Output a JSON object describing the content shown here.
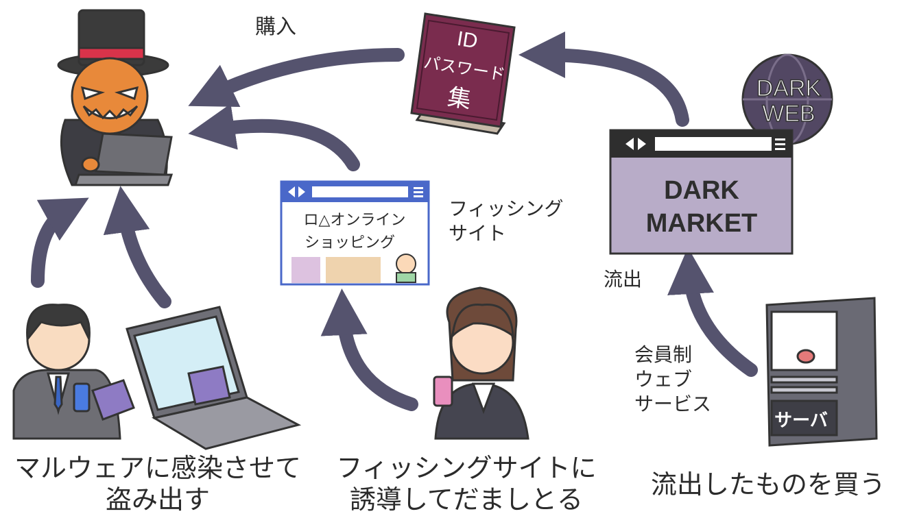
{
  "labels": {
    "purchase": "購入",
    "phishing_site": [
      "フィッシング",
      "サイト"
    ],
    "leak": "流出",
    "membership_service": [
      "会員制",
      "ウェブ",
      "サービス"
    ]
  },
  "book": {
    "line1": "ID",
    "line2": "パスワード",
    "line3": "集"
  },
  "badge": {
    "line1": "DARK",
    "line2": "WEB"
  },
  "dark_market": {
    "line1": "DARK",
    "line2": "MARKET"
  },
  "shop_window": {
    "line1": "ロ△オンライン",
    "line2": "ショッピング"
  },
  "server": {
    "label": "サーバ"
  },
  "captions": {
    "malware": [
      "マルウェアに感染させて",
      "盗み出す"
    ],
    "phishing": [
      "フィッシングサイトに",
      "誘導してだましとる"
    ],
    "buy": "流出したものを買う"
  },
  "colors": {
    "arrow": "#55536e",
    "book": "#7a2c4e",
    "window": "#b8acc8",
    "browser_bar": "#4a68c9",
    "outline": "#333333"
  }
}
